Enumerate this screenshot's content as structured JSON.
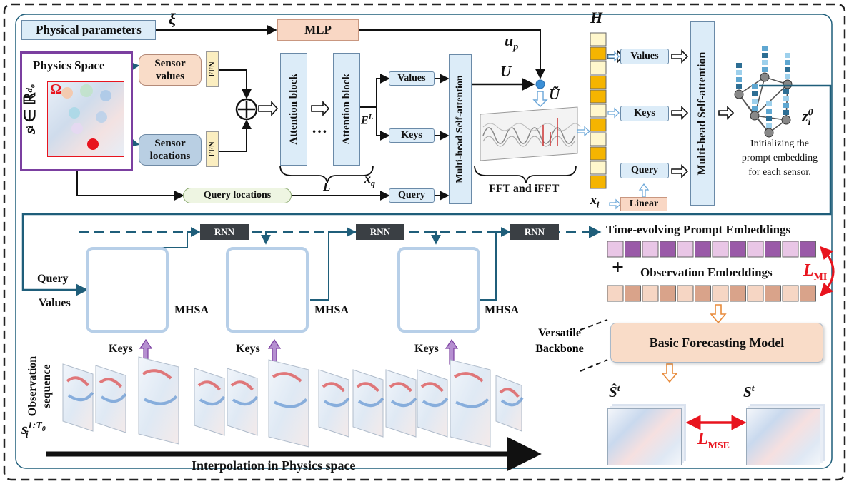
{
  "top": {
    "physical_parameters": "Physical parameters",
    "xi": "ξ",
    "mlp": "MLP",
    "u_p": "u",
    "u_p_sub": "p",
    "physics_space": "Physics Space",
    "omega": "Ω",
    "state_symbol": "s",
    "state_sub": "i",
    "state_sup": "t",
    "state_in": "∈ ℝ",
    "state_dim": "d",
    "state_dim_sub": "o",
    "sensor_values": "Sensor values",
    "sensor_locations": "Sensor locations",
    "ffn": "FFN",
    "attention_block": "Attention block",
    "ellipsis": "…",
    "L": "L",
    "E": "E",
    "E_sup": "L",
    "values": "Values",
    "keys": "Keys",
    "query": "Query",
    "query_locations": "Query  locations",
    "x": "x",
    "x_q_sub": "q",
    "mhsa_long": "Multi-head Self-attention",
    "U": "U",
    "U_tilde": "Ũ",
    "fft_label": "FFT and iFFT",
    "H": "H",
    "x_i_sub": "i",
    "linear": "Linear",
    "z": "z",
    "z_sub": "i",
    "z_sup": "0",
    "init_text": [
      "Initializing the",
      "prompt embedding",
      "for each sensor."
    ]
  },
  "bottom": {
    "rnn": "RNN",
    "query": "Query",
    "values": "Values",
    "keys": "Keys",
    "mhsa": "MHSA",
    "observation_sequence": [
      "Observation",
      "sequence"
    ],
    "obs_symbol": "s",
    "obs_sub": "i",
    "obs_sup": "1:T",
    "obs_sup_sub": "0",
    "interp": "Interpolation in Physics space",
    "time_prompt": "Time-evolving Prompt Embeddings",
    "plus": "+",
    "obs_emb": "Observation Embeddings",
    "L_MI": "L",
    "L_MI_sub": "MI",
    "versatile": [
      "Versatile",
      "Backbone"
    ],
    "forecast": "Basic Forecasting Model",
    "S_hat": "Ŝ",
    "S_hat_sup": "t",
    "S": "S",
    "S_sup": "t",
    "L_MSE": "L",
    "L_MSE_sub": "MSE"
  },
  "colors": {
    "light_blue_box": "#dcecf8",
    "mlp_box": "#f9d7c4",
    "sensor_val": "#f9dcc8",
    "sensor_loc": "#b9cfe3",
    "ffn": "#fbeec0",
    "query_loc": "#eef5e2",
    "rnn": "#3a3f44",
    "purple_frame": "#7b3fa0",
    "red": "#e8141e",
    "prompt_light": "#e9c6e6",
    "prompt_dark": "#9a5aa8",
    "obs_light": "#f6d6c4",
    "obs_dark": "#d9a38a",
    "token_light": "#fff7cc",
    "token_dark": "#f5b400",
    "teal": "#1f5e7a"
  }
}
